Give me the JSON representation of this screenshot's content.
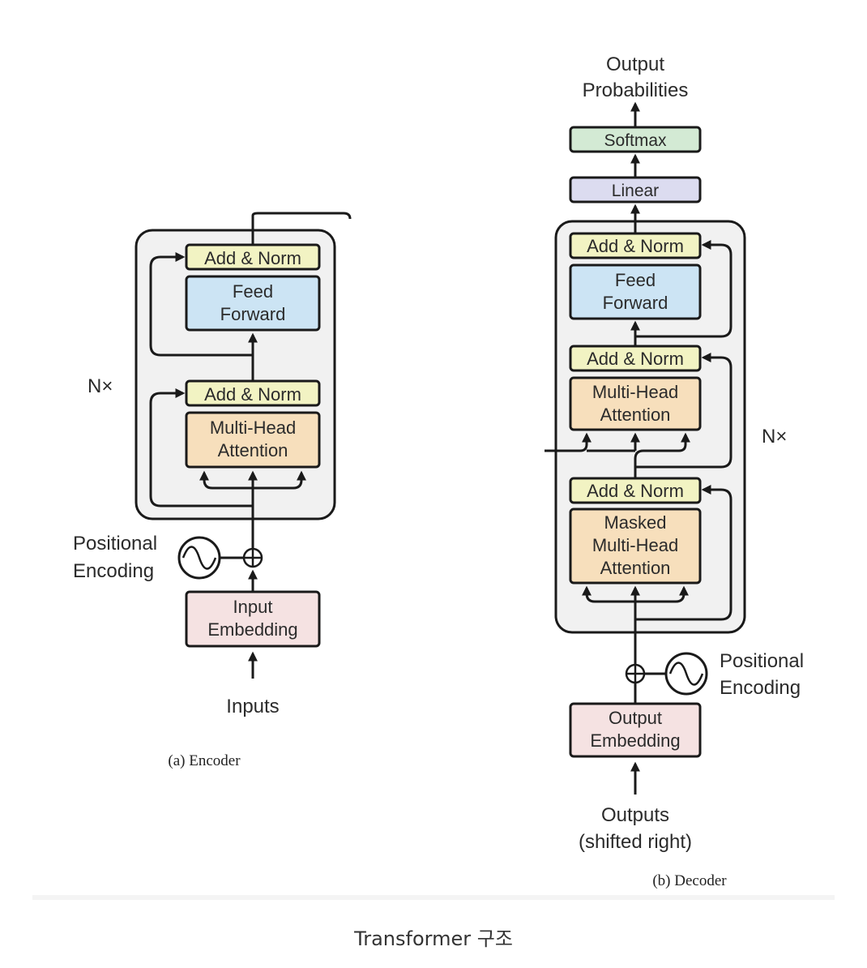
{
  "encoder": {
    "repeat_label": "N×",
    "add_norm_top": "Add & Norm",
    "feed_forward": [
      "Feed",
      "Forward"
    ],
    "add_norm_bottom": "Add & Norm",
    "attention": [
      "Multi-Head",
      "Attention"
    ],
    "positional_encoding": [
      "Positional",
      "Encoding"
    ],
    "embedding": [
      "Input",
      "Embedding"
    ],
    "input_label": "Inputs",
    "subcaption": "(a) Encoder"
  },
  "decoder": {
    "output_label": [
      "Output",
      "Probabilities"
    ],
    "softmax": "Softmax",
    "linear": "Linear",
    "repeat_label": "N×",
    "add_norm_top": "Add & Norm",
    "feed_forward": [
      "Feed",
      "Forward"
    ],
    "add_norm_mid": "Add & Norm",
    "cross_attention": [
      "Multi-Head",
      "Attention"
    ],
    "add_norm_bottom": "Add & Norm",
    "masked_attention": [
      "Masked",
      "Multi-Head",
      "Attention"
    ],
    "positional_encoding": [
      "Positional",
      "Encoding"
    ],
    "embedding": [
      "Output",
      "Embedding"
    ],
    "input_label": [
      "Outputs",
      "(shifted right)"
    ],
    "subcaption": "(b) Decoder"
  },
  "caption": "Transformer 구조",
  "colors": {
    "add_norm": "#f2f3c3",
    "feed_forward": "#cce4f4",
    "attention": "#f7dfbc",
    "embedding": "#f5e2e2",
    "softmax": "#d3ead4",
    "linear": "#dcdcf0",
    "layer_bg": "#f1f1f1"
  }
}
